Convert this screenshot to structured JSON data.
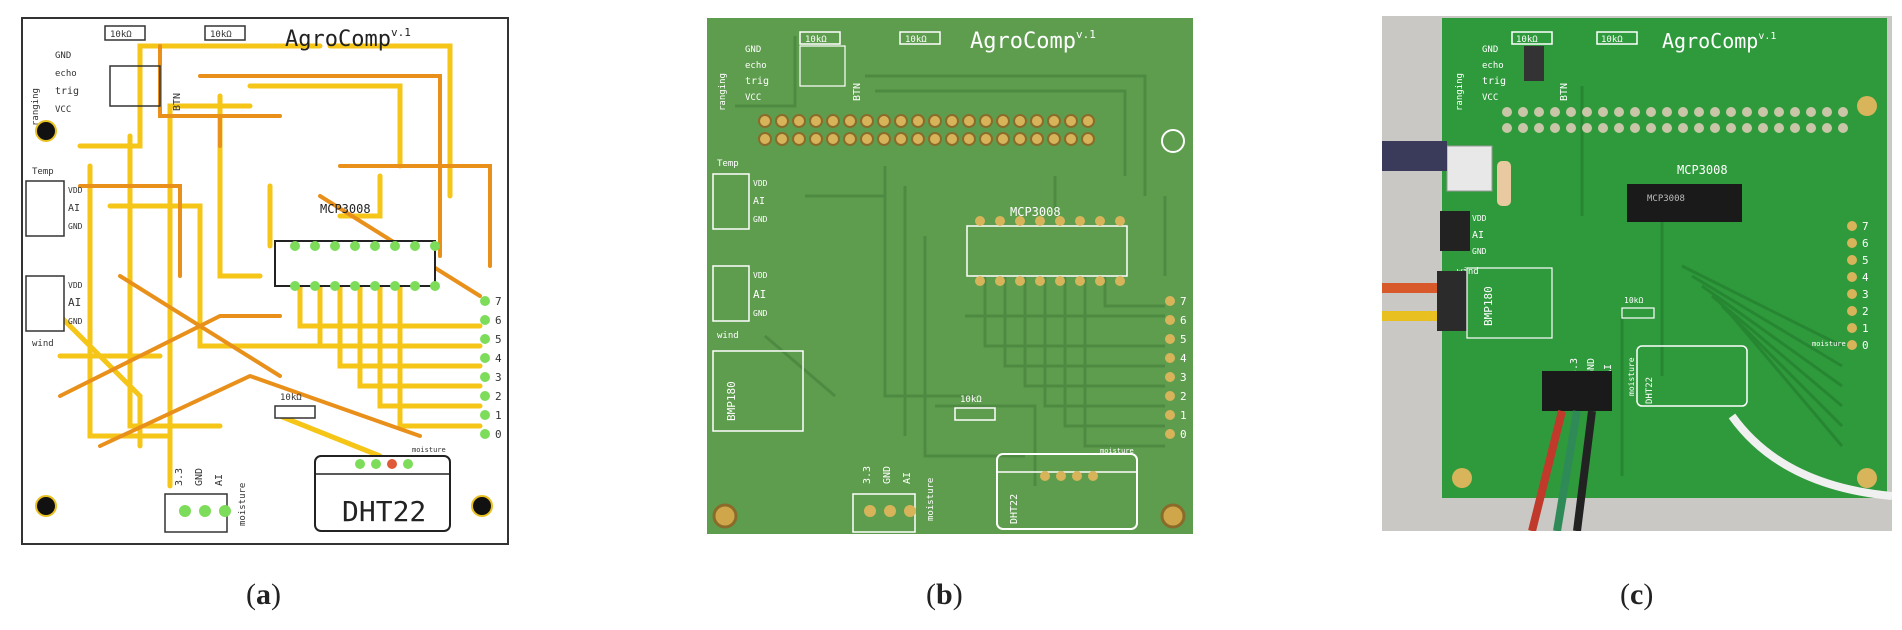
{
  "board": {
    "title": "AgroComp",
    "version": "v.1",
    "resistor": "10kΩ",
    "chip": "MCP3008",
    "ranging_group": "ranging",
    "ranging_pins": [
      "GND",
      "echo",
      "trig",
      "VCC"
    ],
    "btn": "BTN",
    "temp_label": "Temp",
    "temp_pins": [
      "VDD",
      "AI",
      "GND"
    ],
    "wind_label": "wind",
    "wind_pins": [
      "VDD",
      "AI",
      "GND"
    ],
    "pressure": "BMP180",
    "moisture_label": "moisture",
    "moisture_pins": [
      "3.3",
      "GND",
      "AI"
    ],
    "analog_channels": [
      "7",
      "6",
      "5",
      "4",
      "3",
      "2",
      "1",
      "0"
    ],
    "humidity": "DHT22"
  },
  "captions": [
    {
      "open": "(",
      "letter": "a",
      "close": ")"
    },
    {
      "open": "(",
      "letter": "b",
      "close": ")"
    },
    {
      "open": "(",
      "letter": "c",
      "close": ")"
    }
  ],
  "colors": {
    "trace_yellow": "#f5c518",
    "trace_orange": "#e8901a",
    "pad_green": "#7ddc5a",
    "pad_red": "#e05a3a",
    "pcb_green": "#5e9d4e",
    "pcb_trace": "#4f8a42",
    "silk": "#ffffff",
    "photo_green": "#2f9a3c",
    "photo_bg": "#c9c8c4"
  }
}
